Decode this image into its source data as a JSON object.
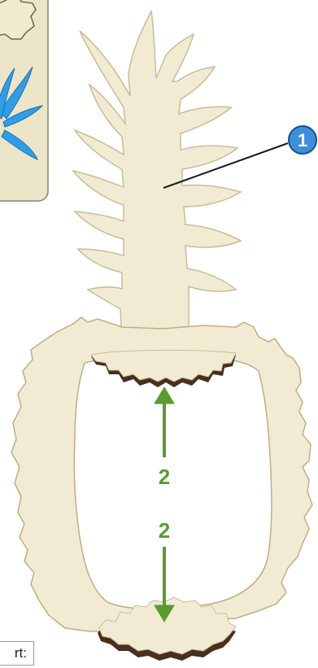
{
  "callout": {
    "number": "1",
    "color": "#3d8fd9"
  },
  "dimension": {
    "label_upper": "2",
    "label_lower": "2",
    "color": "#5a9b2f"
  },
  "inset_panel": {
    "background": "#ece5c8"
  },
  "bottom_box": {
    "text": "rt:"
  },
  "colors": {
    "wood": "#f2ebd3",
    "wood_edge": "#d7caa5",
    "burnt": "#4a2e1e",
    "leaf_blue": "#2f9ee6"
  }
}
